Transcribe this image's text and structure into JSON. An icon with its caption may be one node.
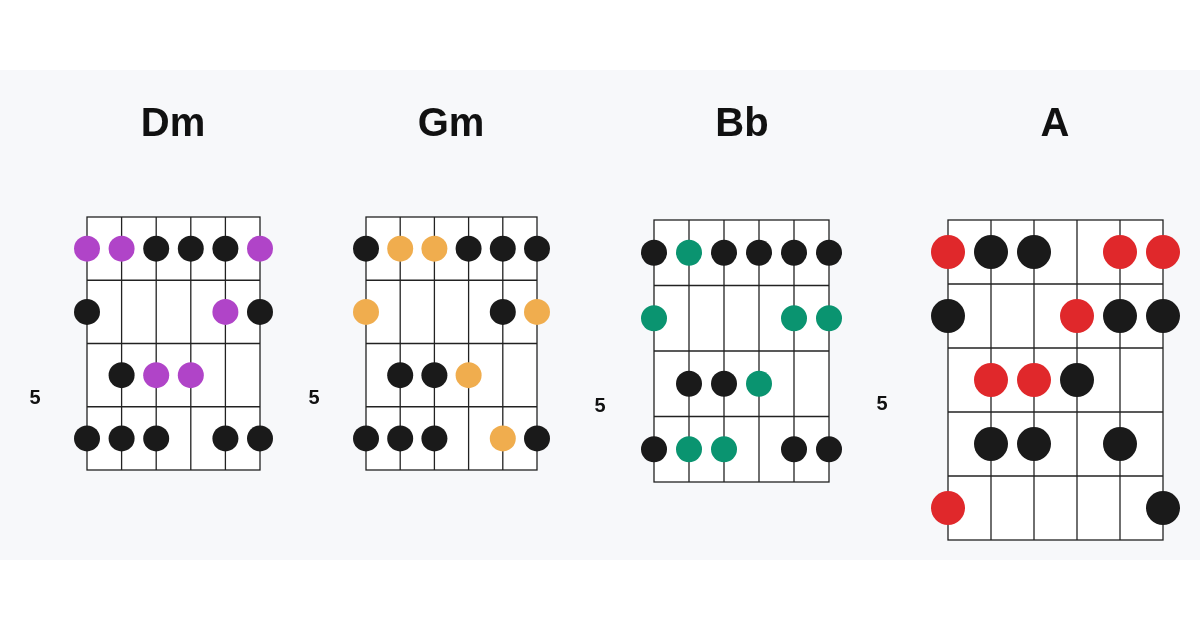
{
  "diagram": {
    "labels": [
      "Dm",
      "Gm",
      "Bb",
      "A",
      "5",
      "5",
      "5",
      "5"
    ]
  }
}
